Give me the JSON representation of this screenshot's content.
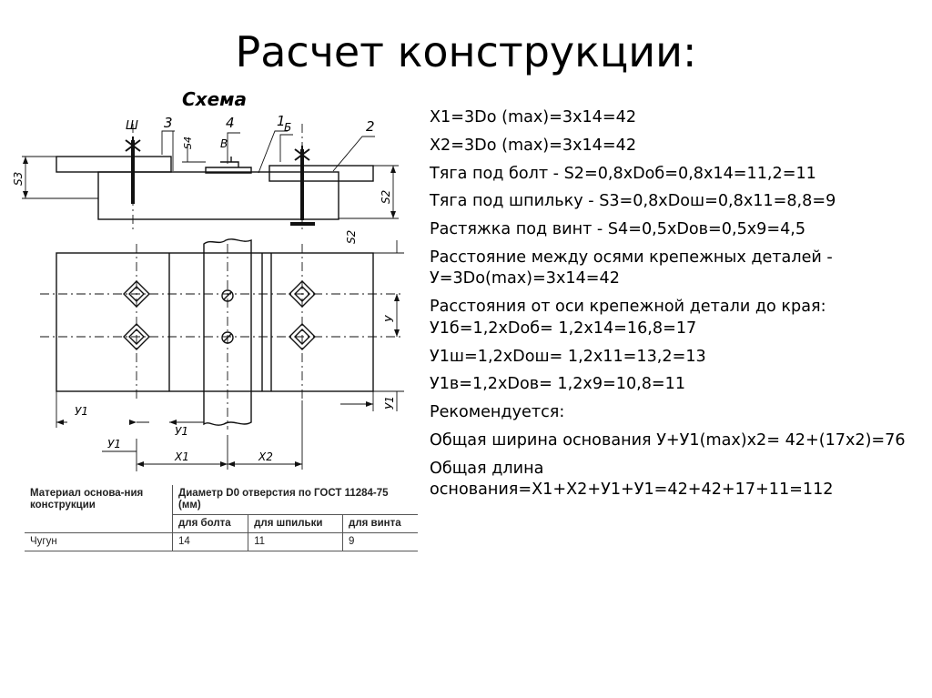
{
  "slide": {
    "title": "Расчет конструкции:"
  },
  "scheme": {
    "title": "Схема",
    "callouts": [
      "Ш",
      "3",
      "4",
      "1",
      "Б",
      "2",
      "В"
    ],
    "dims": [
      "S4",
      "S3",
      "S2",
      "S2",
      "У",
      "У1",
      "У1",
      "У1",
      "У1",
      "X1",
      "X2"
    ]
  },
  "table": {
    "header_material": "Материал основа-ния конструкции",
    "header_diameter": "Диаметр D0 отверстия по ГОСТ 11284-75 (мм)",
    "col_bolt": "для болта",
    "col_stud": "для шпильки",
    "col_screw": "для винта",
    "row_material": "Чугун",
    "row_bolt": "14",
    "row_stud": "11",
    "row_screw": "9"
  },
  "calc_lines": [
    "X1=3Do (max)=3x14=42",
    "X2=3Do (max)=3x14=42",
    "Тяга под болт - S2=0,8xDоб=0,8x14=11,2=11",
    "Тяга под шпильку - S3=0,8xDош=0,8x11=8,8=9",
    "Растяжка под винт - S4=0,5xDов=0,5x9=4,5",
    "Расстояние между осями крепежных деталей - У=3Do(max)=3x14=42",
    "Расстояния от оси крепежной детали до края: У1б=1,2xDоб= 1,2x14=16,8=17",
    "У1ш=1,2xDош= 1,2x11=13,2=13",
    "У1в=1,2xDов= 1,2x9=10,8=11",
    "Рекомендуется:",
    "Общая ширина основания У+У1(max)x2= 42+(17x2)=76",
    "Общая длина основания=X1+X2+У1+У1=42+42+17+11=112"
  ]
}
